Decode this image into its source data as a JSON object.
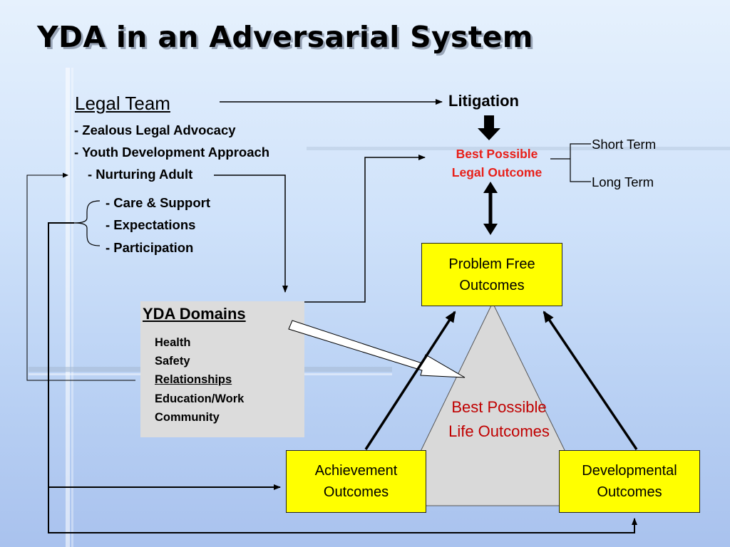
{
  "title": "YDA in an Adversarial System",
  "legal_team": {
    "heading": "Legal Team",
    "items": [
      "- Zealous Legal Advocacy",
      "- Youth Development Approach",
      "- Nurturing Adult",
      "- Care & Support",
      "- Expectations",
      "- Participation"
    ]
  },
  "litigation": "Litigation",
  "best_legal_outcome": [
    "Best Possible",
    "Legal Outcome"
  ],
  "terms": [
    "Short Term",
    "Long Term"
  ],
  "yda_domains": {
    "heading": "YDA Domains",
    "items": [
      "Health",
      "Safety",
      "Relationships",
      "Education/Work",
      "Community"
    ]
  },
  "outcome_boxes": {
    "problem_free": [
      "Problem Free",
      "Outcomes"
    ],
    "achievement": [
      "Achievement",
      "Outcomes"
    ],
    "developmental": [
      "Developmental",
      "Outcomes"
    ]
  },
  "life_outcomes": [
    "Best Possible",
    "Life Outcomes"
  ],
  "colors": {
    "outcome_box": "#ffff00",
    "legal_outcome_text": "#e8201a",
    "life_outcome_text": "#c00000",
    "domains_panel": "#dcdcdc",
    "triangle": "#d9d9d9"
  }
}
